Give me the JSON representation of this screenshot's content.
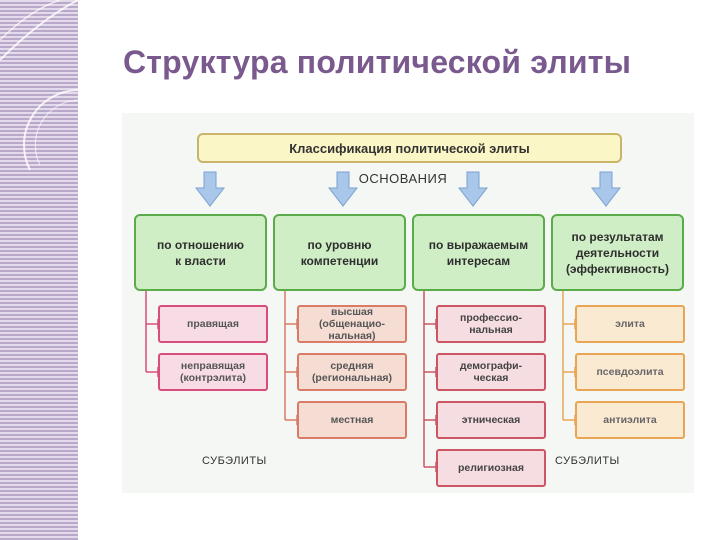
{
  "slide": {
    "title": "Структура политической элиты"
  },
  "diagram": {
    "top_label": "Классификация политической элиты",
    "basis_label": "ОСНОВАНИЯ",
    "categories": [
      {
        "label": "по отношению\nк власти",
        "items": [
          "правящая",
          "неправящая\n(контрэлита)"
        ]
      },
      {
        "label": "по уровню\nкомпетенции",
        "items": [
          "высшая\n(общенацио-\nнальная)",
          "средняя\n(региональная)",
          "местная"
        ]
      },
      {
        "label": "по выражаемым\nинтересам",
        "items": [
          "профессио-\nнальная",
          "демографи-\nческая",
          "этническая",
          "религиозная"
        ]
      },
      {
        "label": "по результатам\nдеятельности\n(эффективность)",
        "items": [
          "элита",
          "псевдоэлита",
          "антиэлита"
        ]
      }
    ],
    "subelites_left": "СУБЭЛИТЫ",
    "subelites_right": "СУБЭЛИТЫ"
  },
  "colors": {
    "title": "#7a5a8e",
    "category_fill": "#cfeec6",
    "category_border": "#5aab49",
    "arrow_fill": "#a9c7ea",
    "line_group1": "#d94d7b",
    "line_group2": "#d97b67",
    "line_group3": "#cc5566",
    "line_group4": "#e8a554"
  }
}
